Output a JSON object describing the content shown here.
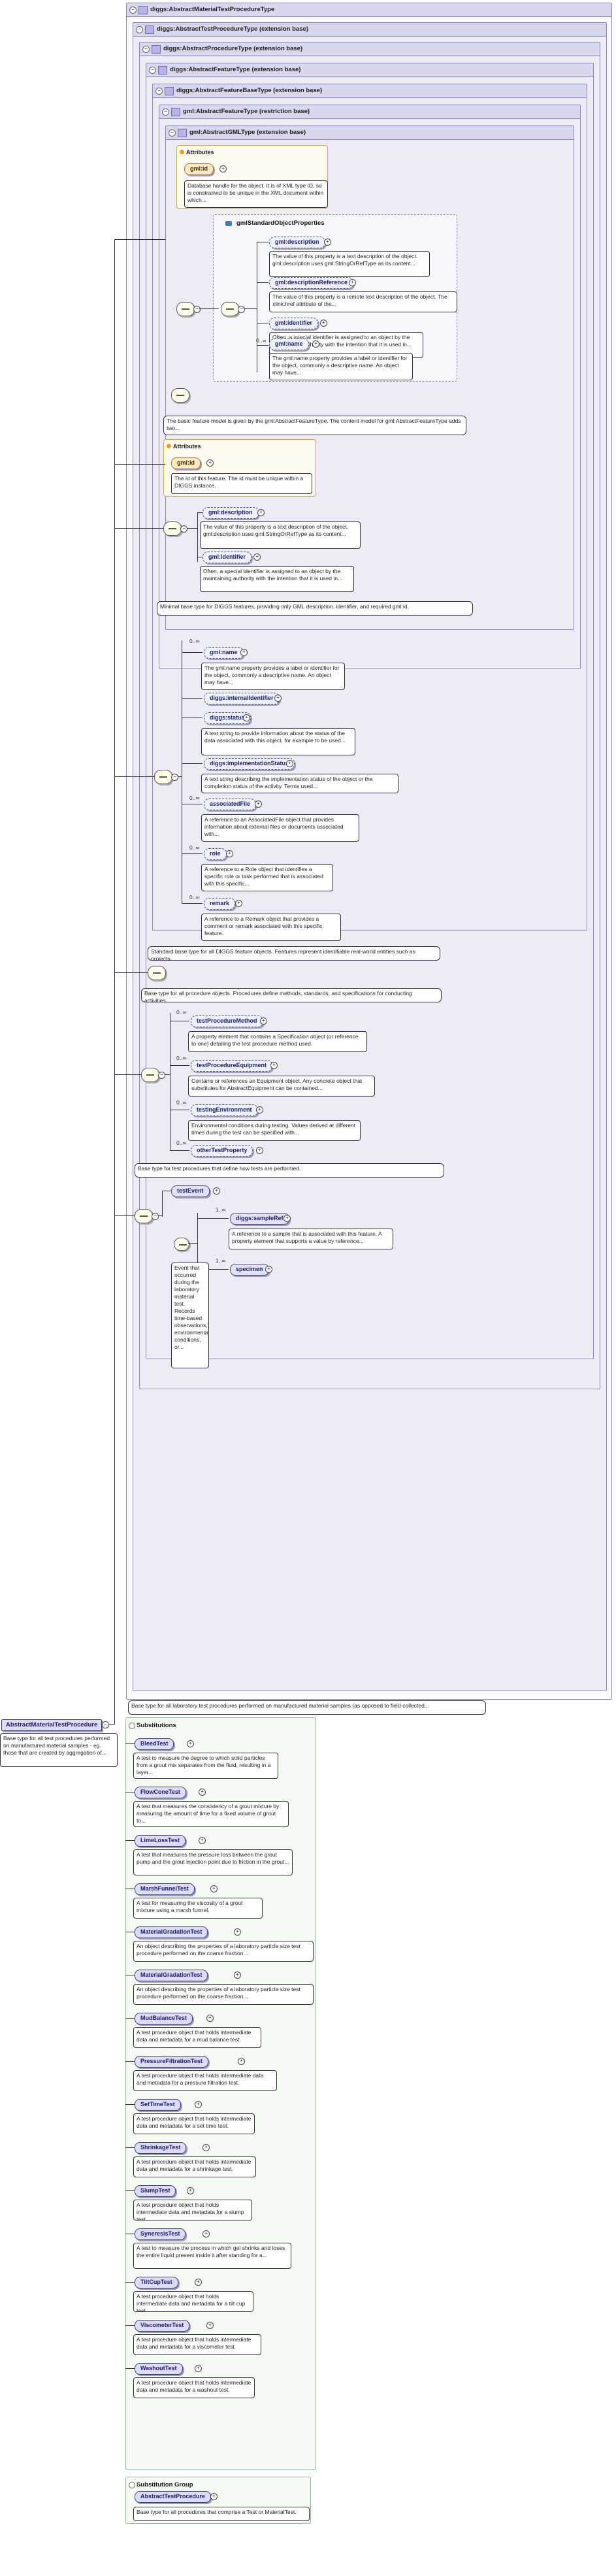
{
  "types": {
    "t0": "diggs:AbstractMaterialTestProcedureType",
    "t1": "diggs:AbstractTestProcedureType (extension base)",
    "t2": "diggs:AbstractProcedureType (extension base)",
    "t3": "diggs:AbstractFeatureType (extension base)",
    "t4": "diggs:AbstractFeatureBaseType (extension base)",
    "t5": "gml:AbstractFeatureType (restriction base)",
    "t6": "gml:AbstractGMLType (extension base)"
  },
  "gml_attributes": {
    "header": "Attributes",
    "id_label": "gml:id",
    "id_note": "Database handle for the object. It is of XML type ID, so is constrained to be unique in the XML document within which..."
  },
  "gml_standard": {
    "group_label": "gmlStandardObjectProperties",
    "items": [
      {
        "label": "gml:description",
        "note": "The value of this property is a text description of the object. gml:description uses gml:StringOrRefType as its content..."
      },
      {
        "label": "gml:descriptionReference",
        "note": "The value of this property is a remote text description of the object. The xlink:href attribute of the..."
      },
      {
        "label": "gml:identifier",
        "note": "Often, a special identifier is assigned to an object by the maintaining authority with the intention that it is used in..."
      },
      {
        "label": "gml:name",
        "mult": "0..∞",
        "note": "The gml:name property provides a label or identifier for the object, commonly a descriptive name. An object may have..."
      }
    ]
  },
  "gml_feature_note": "The basic feature model is given by the gml:AbstractFeatureType. The content model for gml:AbstractFeatureType adds two...",
  "base_attributes": {
    "header": "Attributes",
    "id_label": "gml:id",
    "id_note": "The id of this feature. The id must be unique within a DIGGS instance."
  },
  "base_elements": [
    {
      "label": "gml:description",
      "note": "The value of this property is a text description of the object. gml:description uses gml:StringOrRefType as its content..."
    },
    {
      "label": "gml:identifier",
      "note": "Often, a special identifier is assigned to an object by the maintaining authority with the intention that it is used in..."
    }
  ],
  "base_note": "Minimal base type for DIGGS features, providing only GML description, identifier, and required gml:id.",
  "feature_elements": [
    {
      "label": "gml:name",
      "mult": "0..∞",
      "note": "The gml:name property provides a label or identifier for the object, commonly a descriptive name. An object may have..."
    },
    {
      "label": "diggs:internalIdentifier",
      "note": ""
    },
    {
      "label": "diggs:status",
      "note": "A text string to provide information about the status of the data associated with this object, for example to be used..."
    },
    {
      "label": "diggs:implementationStatus",
      "note": "A text string describing the implementation status of the object or the completion status of the activity. Terms used..."
    },
    {
      "label": "associatedFile",
      "mult": "0..∞",
      "note": "A reference to an AssociatedFile object that provides information about external files or documents associated with..."
    },
    {
      "label": "role",
      "mult": "0..∞",
      "note": "A reference to a Role object that identifies a specific role or task performed that is associated with this specific..."
    },
    {
      "label": "remark",
      "mult": "0..∞",
      "note": "A reference to a Remark object that provides a comment or remark associated with this specific feature."
    }
  ],
  "feature_note": "Standard base type for all DIGGS feature objects. Features represent identifiable real-world entities such as projects,...",
  "procedure_note": "Base type for all procedure objects. Procedures define methods, standards, and specifications for conducting activities,...",
  "test_elements": [
    {
      "label": "testProcedureMethod",
      "mult": "0..∞",
      "note": "A property element that contains a Specification object (or reference to one) detailing the test procedure method used."
    },
    {
      "label": "testProcedureEquipment",
      "mult": "0..∞",
      "note": "Contains or references an Equipment object. Any concrete object that substitutes for AbstractEquipment can be contained..."
    },
    {
      "label": "testingEnvironment",
      "mult": "0..∞",
      "note": "Environmental conditions during testing. Values derived at different times during the test can be specified with..."
    },
    {
      "label": "otherTestProperty",
      "mult": "0..∞",
      "note": ""
    }
  ],
  "test_note": "Base type for test procedures that define how tests are performed.",
  "test_event": {
    "label": "testEvent",
    "note": "Event that occurred during the laboratory material test. Records time-based observations, environmental conditions, or...",
    "children": [
      {
        "label": "diggs:sampleRef",
        "mult": "1..∞",
        "note": "A reference to a sample that is associated with this feature. A property element that supports a value by reference..."
      },
      {
        "label": "specimen",
        "mult": "1..∞",
        "note": ""
      }
    ]
  },
  "material_note": "Base type for all laboratory test procedures performed on manufactured material samples (as opposed to field-collected...",
  "root": {
    "label": "AbstractMaterialTestProcedure",
    "note": "Base type for all test procedures performed on manufactured material samples - eg. those that are created by aggregation of..."
  },
  "substitutions": {
    "header": "Substitutions",
    "items": [
      {
        "label": "BleedTest",
        "note": "A test to measure the degree to which solid particles from a grout mix separates from the fluid, resulting in a layer..."
      },
      {
        "label": "FlowConeTest",
        "note": "A test that measures the consistency of a grout mixture by measuring the amount of time for a fixed volume of grout to..."
      },
      {
        "label": "LimeLossTest",
        "note": "A test that measures the pressure loss between the grout pump and the grout injection point due to friction in the grout..."
      },
      {
        "label": "MarshFunnelTest",
        "note": "A test for measuring the viscosity of a grout mixture using a marsh funnel."
      },
      {
        "label": "MaterialGradationTest",
        "note": "An object describing the properties of a laboratory particle size test procedure performed on the coarse fraction..."
      },
      {
        "label": "MaterialGradationTest",
        "note": "An object describing the properties of a laboratory particle size test procedure performed on the coarse fraction..."
      },
      {
        "label": "MudBalanceTest",
        "note": "A test procedure object that holds intermediate data and metadata for a mud balance test."
      },
      {
        "label": "PressureFiltrationTest",
        "note": "A test procedure object that holds intermediate data and metadata for a pressure filtration test."
      },
      {
        "label": "SetTimeTest",
        "note": "A test procedure object that holds intermediate data and metadata for a set time test."
      },
      {
        "label": "ShrinkageTest",
        "note": "A test procedure object that holds intermediate data and metadata for a shrinkage test."
      },
      {
        "label": "SlumpTest",
        "note": "A test procedure object that holds intermediate data and metadata for a slump test."
      },
      {
        "label": "SyneresisTest",
        "note": "A test to measure the process in which gel shrinks and loses the entire liquid present inside it after standing for a..."
      },
      {
        "label": "TiltCupTest",
        "note": "A test procedure object that holds intermediate data and metadata for a tilt cup test."
      },
      {
        "label": "ViscometerTest",
        "note": "A test procedure object that holds intermediate data and metadata for a viscometer test."
      },
      {
        "label": "WashoutTest",
        "note": "A test procedure object that holds intermediate data and metadata for a washout test."
      }
    ]
  },
  "substitution_group": {
    "header": "Substitution Group",
    "label": "AbstractTestProcedure",
    "note": "Base type for all procedures that comprise a Test or MaterialTest."
  }
}
